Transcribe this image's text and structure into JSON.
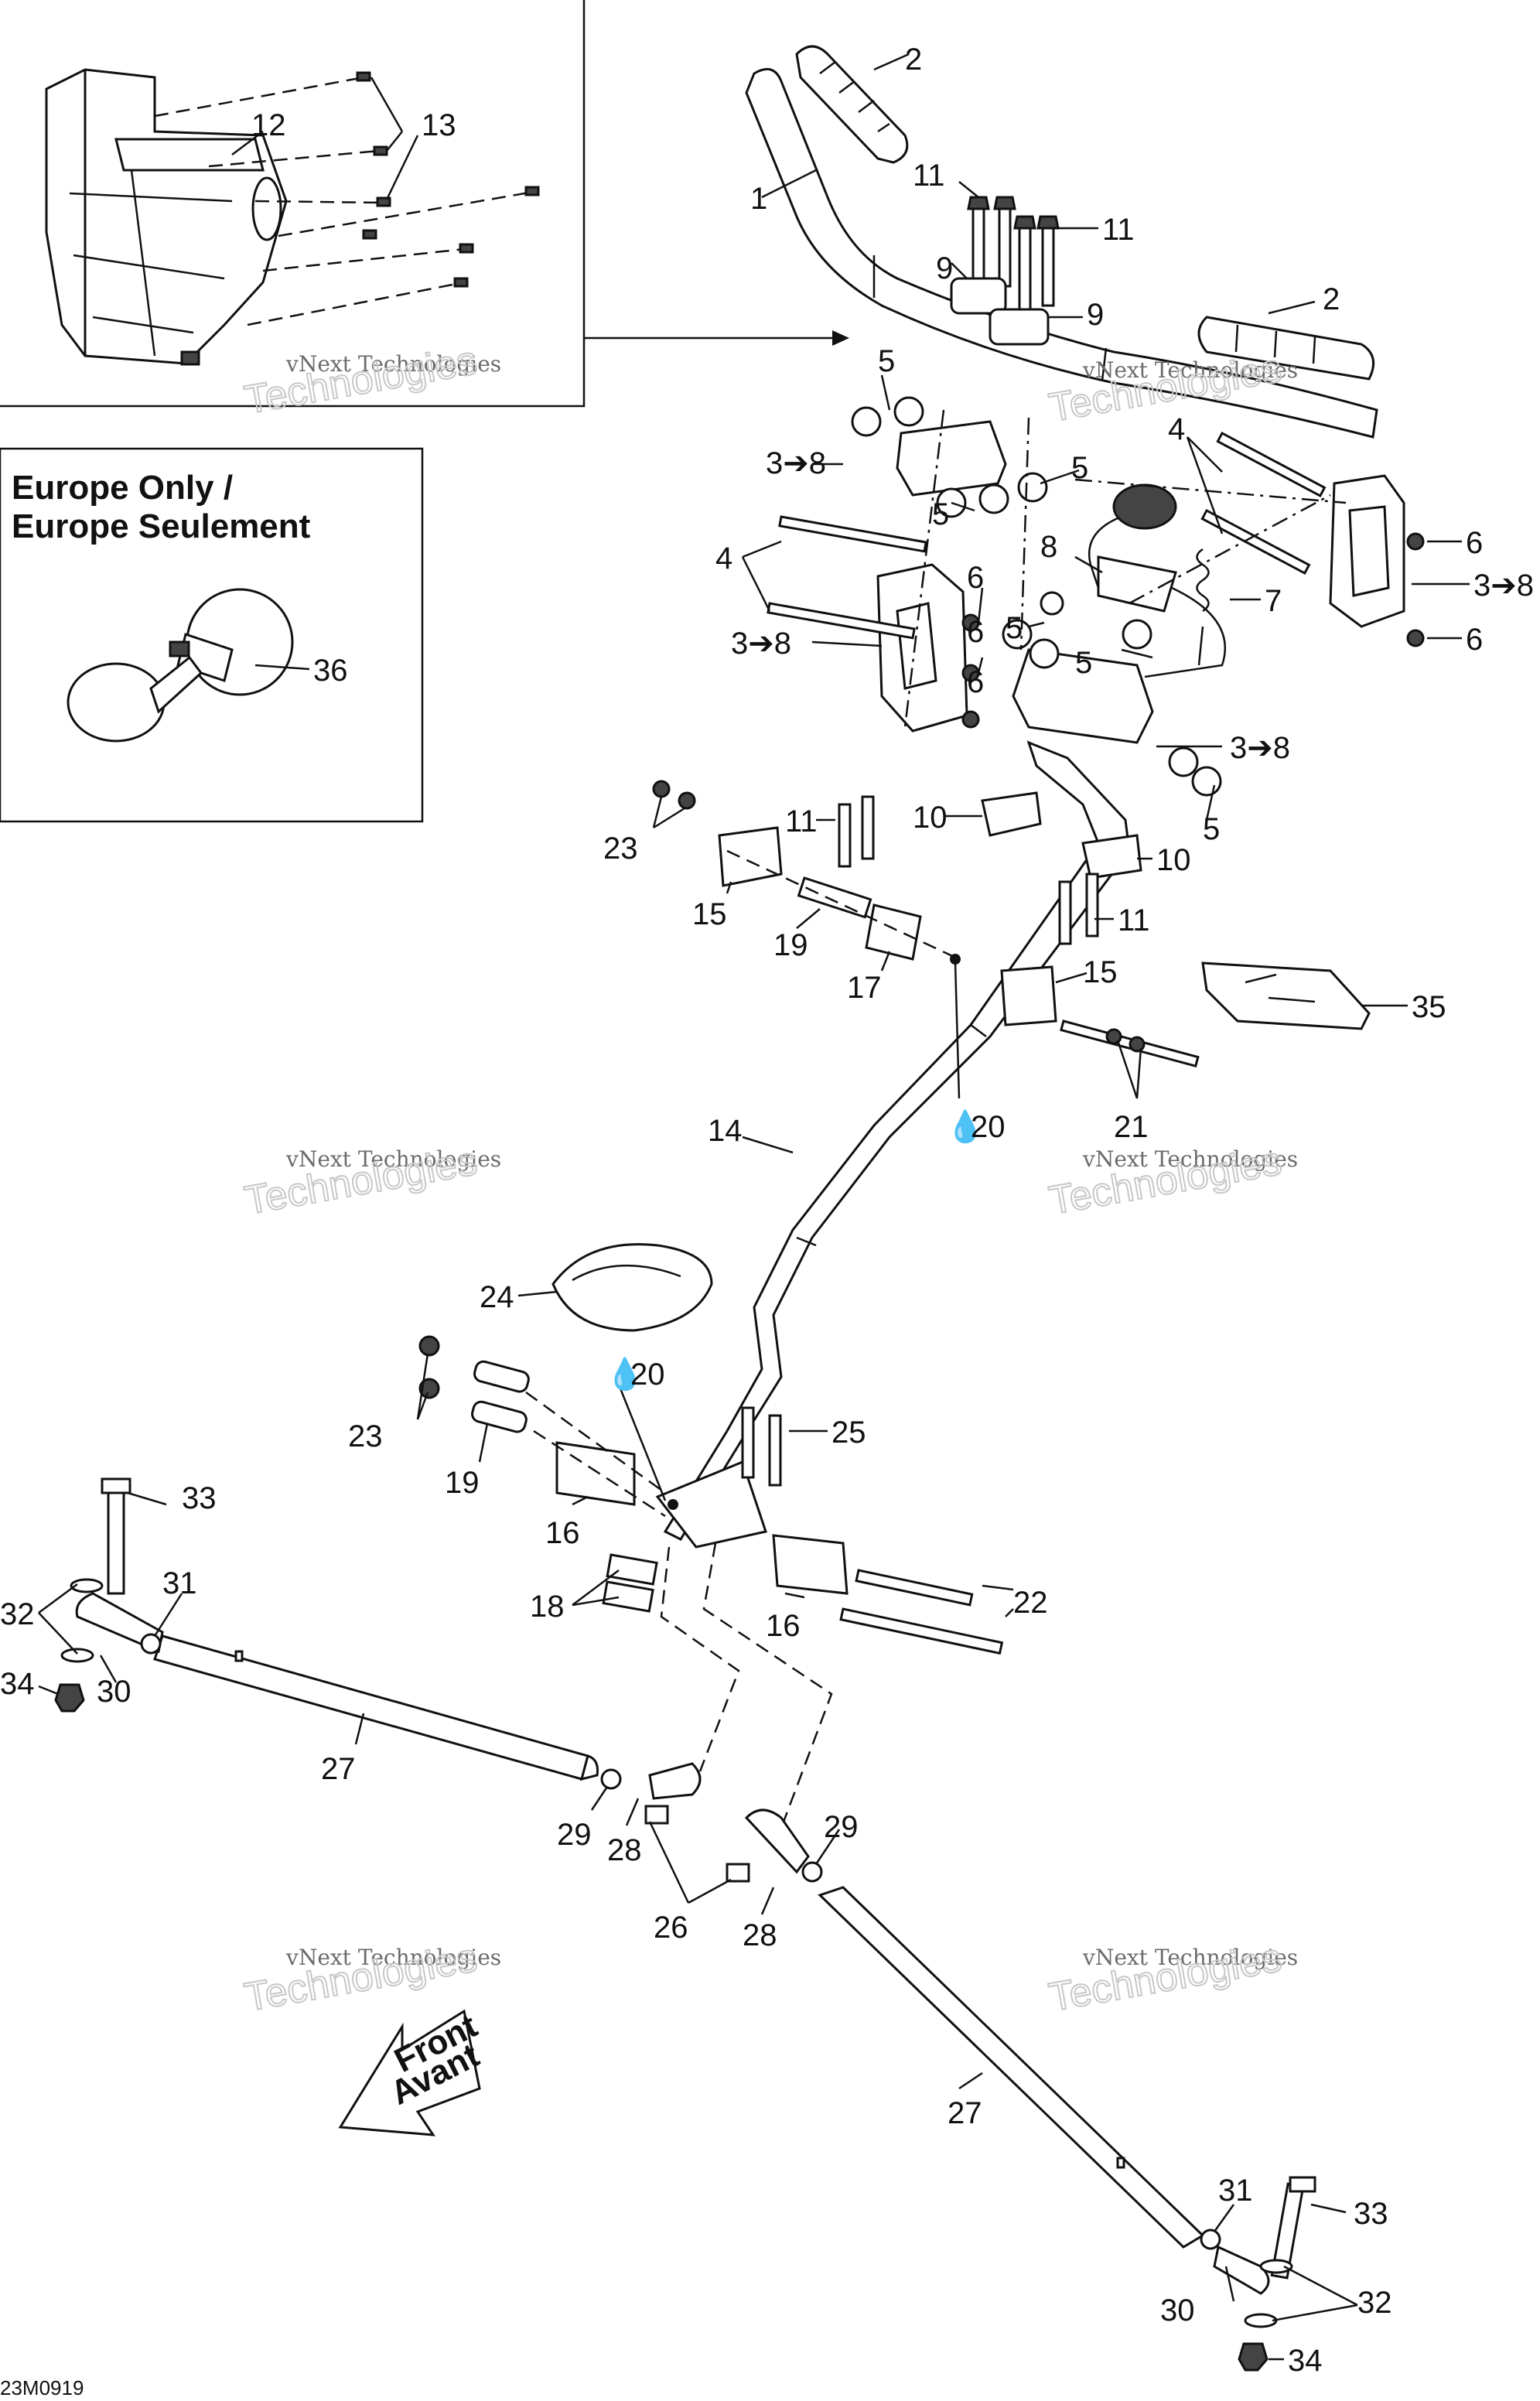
{
  "inset": {
    "line1": "Europe Only /",
    "line2": "Europe Seulement"
  },
  "watermark": {
    "line1": "vNext Technologies",
    "line2": "Technologies"
  },
  "front_label": {
    "line1": "Front",
    "line2": "Avant"
  },
  "diagram_code": "23M0919",
  "callouts": {
    "c1": "1",
    "c2a": "2",
    "c2b": "2",
    "c3a": "3➔8",
    "c3b": "3➔8",
    "c3c": "3➔8",
    "c3d": "3➔8",
    "c4a": "4",
    "c4b": "4",
    "c5a": "5",
    "c5b": "5",
    "c5c": "5",
    "c5d": "5",
    "c5e": "5",
    "c5f": "5",
    "c6a": "6",
    "c6b": "6",
    "c6c": "6",
    "c6d": "6",
    "c6e": "6",
    "c7": "7",
    "c8": "8",
    "c9a": "9",
    "c9b": "9",
    "c10a": "10",
    "c10b": "10",
    "c11a": "11",
    "c11b": "11",
    "c11c": "11",
    "c11d": "11",
    "c12": "12",
    "c13": "13",
    "c14": "14",
    "c15a": "15",
    "c15b": "15",
    "c16a": "16",
    "c16b": "16",
    "c17": "17",
    "c18": "18",
    "c19a": "19",
    "c19b": "19",
    "c20a": "20",
    "c20b": "20",
    "c21": "21",
    "c22": "22",
    "c23a": "23",
    "c23b": "23",
    "c24": "24",
    "c25": "25",
    "c26": "26",
    "c27a": "27",
    "c27b": "27",
    "c28a": "28",
    "c28b": "28",
    "c29a": "29",
    "c29b": "29",
    "c30a": "30",
    "c30b": "30",
    "c31a": "31",
    "c31b": "31",
    "c32a": "32",
    "c32b": "32",
    "c33a": "33",
    "c33b": "33",
    "c34a": "34",
    "c34b": "34",
    "c35": "35",
    "c36": "36"
  }
}
